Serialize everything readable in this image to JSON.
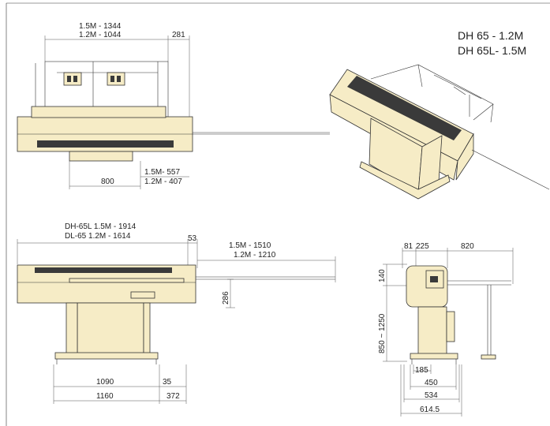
{
  "title": {
    "line1": "DH 65 - 1.2M",
    "line2": "DH 65L- 1.5M"
  },
  "top_view": {
    "len_15": "1.5M - 1344",
    "len_12": "1.2M - 1044",
    "ext": "281",
    "base": "800",
    "off_15": "1.5M- 557",
    "off_12": "1.2M - 407"
  },
  "front_view": {
    "total_65l": "DH-65L 1.5M - 1914",
    "total_65": "DL-65  1.2M - 1614",
    "gap": "53",
    "bar_15": "1.5M - 1510",
    "bar_12": "1.2M - 1210",
    "height": "286",
    "feet_inner": "1090",
    "feet_side": "35",
    "feet_outer": "1160",
    "feet_right": "372"
  },
  "side_view": {
    "w1": "81",
    "w2": "225",
    "w3": "820",
    "h_top": "140",
    "h_range": "850 ~ 1250",
    "b1": "185",
    "b2": "450",
    "b3": "534",
    "b4": "614.5"
  },
  "colors": {
    "machine_body": "#f6ecc6",
    "outline": "#333333",
    "vent": "#3a3a3a"
  }
}
